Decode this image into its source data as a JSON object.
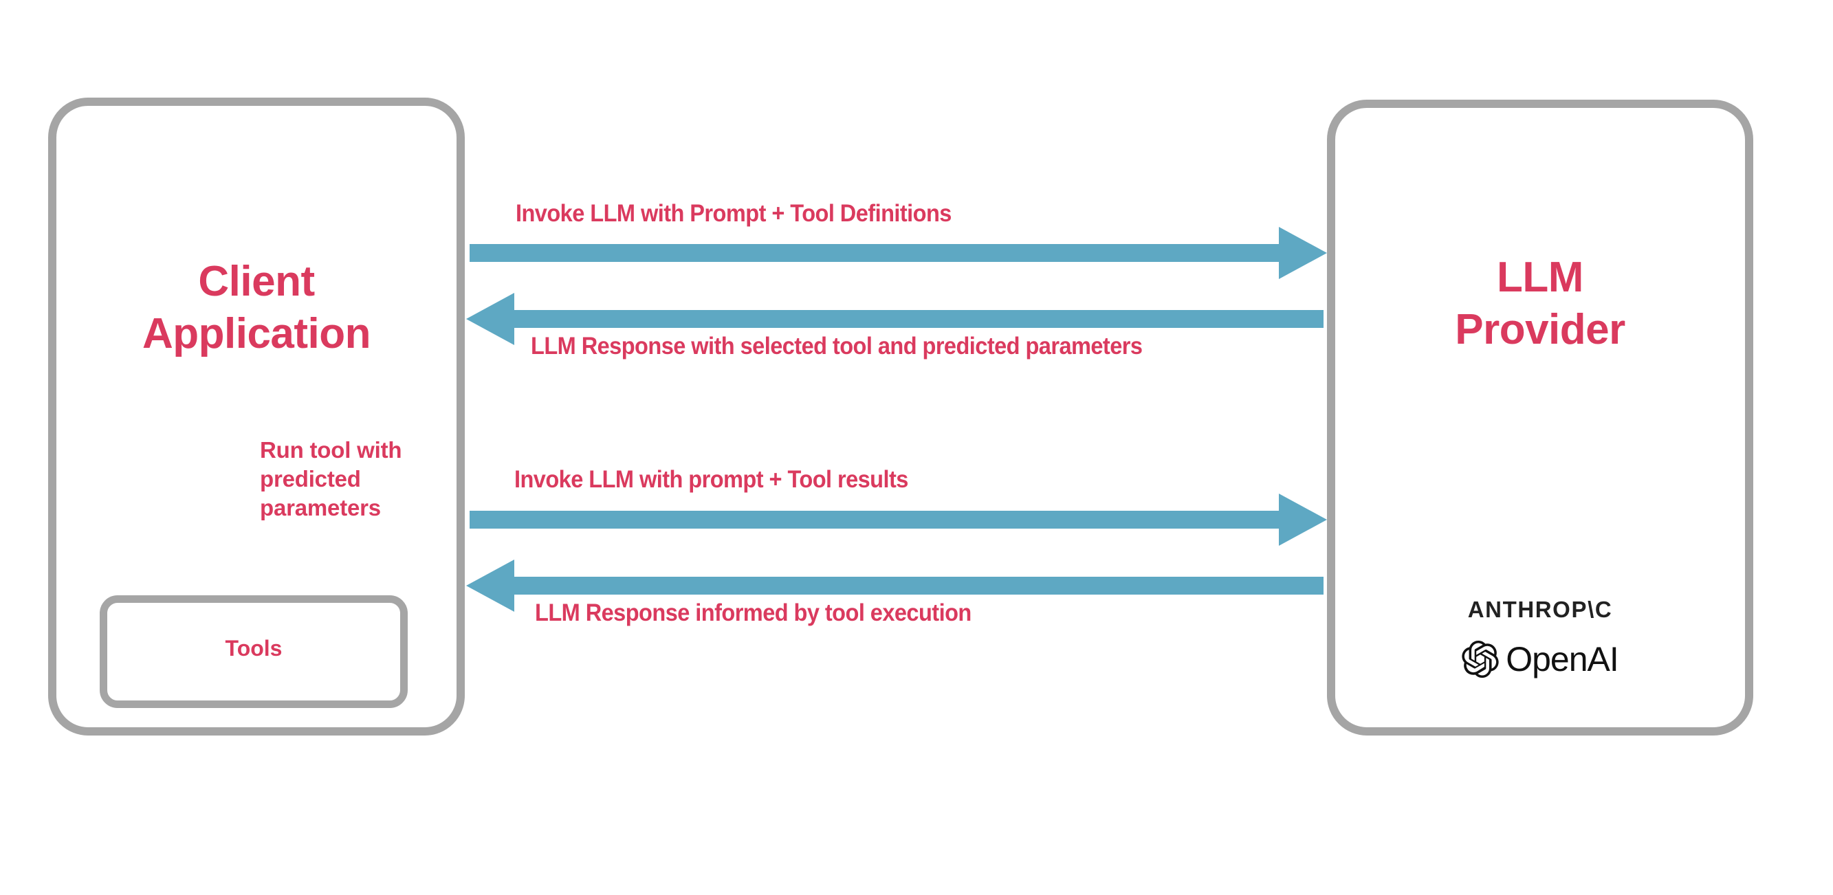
{
  "diagram": {
    "title": "LLM tool-calling interaction flow",
    "colors": {
      "accent_text": "#da3a5e",
      "arrow": "#5ea8c3",
      "box_border": "#a5a5a5",
      "background": "#ffffff",
      "logo_text": "#222222"
    },
    "nodes": {
      "client": {
        "label": "Client\nApplication",
        "inner": {
          "tools_label": "Tools"
        }
      },
      "provider": {
        "label": "LLM\nProvider",
        "logos": [
          {
            "name": "anthropic-logo",
            "text": "ANTHROP\\C"
          },
          {
            "name": "openai-logo",
            "text": "OpenAI"
          }
        ]
      }
    },
    "internal_flow": {
      "label": "Run tool with\npredicted\nparameters",
      "direction": "down"
    },
    "flows": [
      {
        "id": "flow-1",
        "label": "Invoke LLM with Prompt + Tool Definitions",
        "direction": "right",
        "from": "client",
        "to": "provider"
      },
      {
        "id": "flow-2",
        "label": "LLM Response with selected tool and predicted parameters",
        "direction": "left",
        "from": "provider",
        "to": "client"
      },
      {
        "id": "flow-3",
        "label": "Invoke LLM with prompt + Tool results",
        "direction": "right",
        "from": "client",
        "to": "provider"
      },
      {
        "id": "flow-4",
        "label": "LLM Response informed by tool execution",
        "direction": "left",
        "from": "provider",
        "to": "client"
      }
    ]
  }
}
